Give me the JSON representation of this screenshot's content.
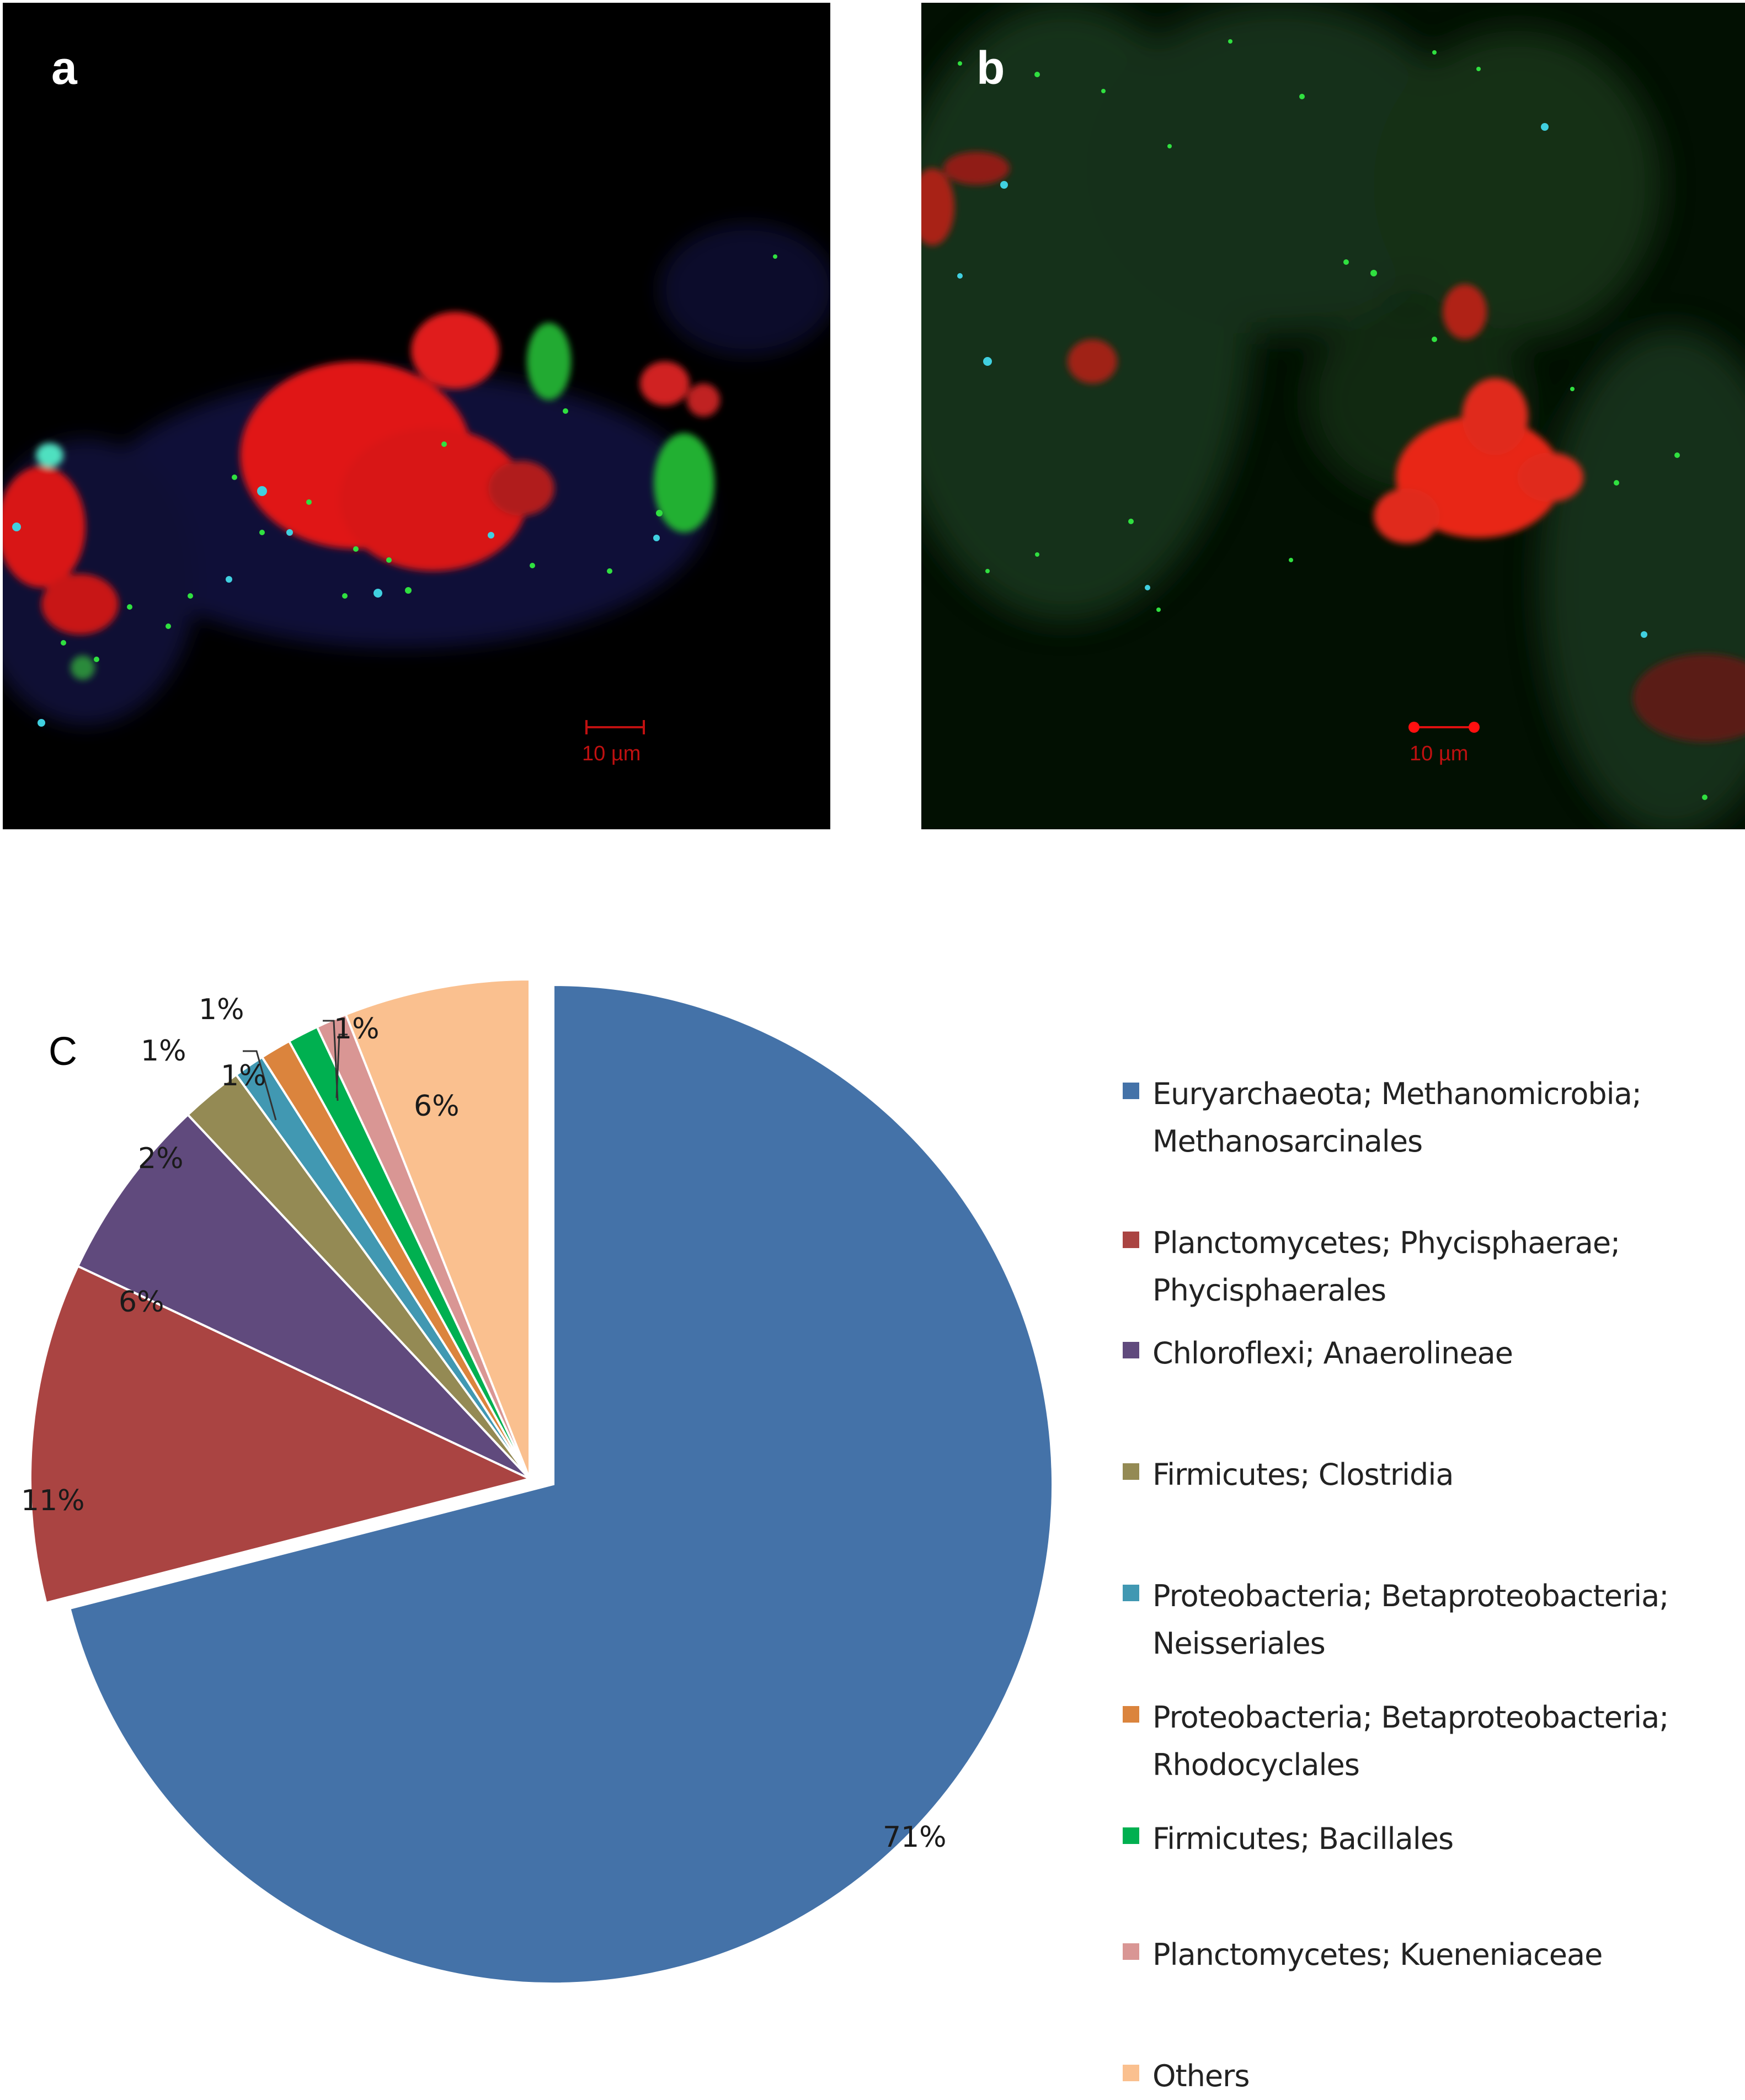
{
  "panels": {
    "a": {
      "letter": "a",
      "scale_bar": "10 µm"
    },
    "b": {
      "letter": "b",
      "scale_bar": "10 µm"
    },
    "c": {
      "letter": "C"
    }
  },
  "chart_data": {
    "type": "pie",
    "title": "C",
    "exploded": "Euryarchaeota; Methanomicrobia; Methanosarcinales",
    "start_angle": "12 o'clock, clockwise",
    "legend_position": "right",
    "slices": [
      {
        "label": "Euryarchaeota; Methanomicrobia;\nMethanosarcinales",
        "value": 71,
        "display": "71%",
        "color": "#4472a8"
      },
      {
        "label": "Planctomycetes; Phycisphaerae;\nPhycisphaerales",
        "value": 11,
        "display": "11%",
        "color": "#aa4442"
      },
      {
        "label": "Chloroflexi; Anaerolineae",
        "value": 6,
        "display": "6%",
        "color": "#604a7d"
      },
      {
        "label": "Firmicutes; Clostridia",
        "value": 2,
        "display": "2%",
        "color": "#948a54"
      },
      {
        "label": "Proteobacteria; Betaproteobacteria;\nNeisseriales",
        "value": 1,
        "display": "1%",
        "color": "#4198b2"
      },
      {
        "label": "Proteobacteria; Betaproteobacteria;\nRhodocyclales",
        "value": 1,
        "display": "1%",
        "color": "#db843d"
      },
      {
        "label": "Firmicutes; Bacillales",
        "value": 1,
        "display": "1%",
        "color": "#00b050"
      },
      {
        "label": "Planctomycetes; Kueneniaceae",
        "value": 1,
        "display": "1%",
        "color": "#d99694"
      },
      {
        "label": "Others",
        "value": 6,
        "display": "6%",
        "color": "#fac08f"
      }
    ]
  }
}
